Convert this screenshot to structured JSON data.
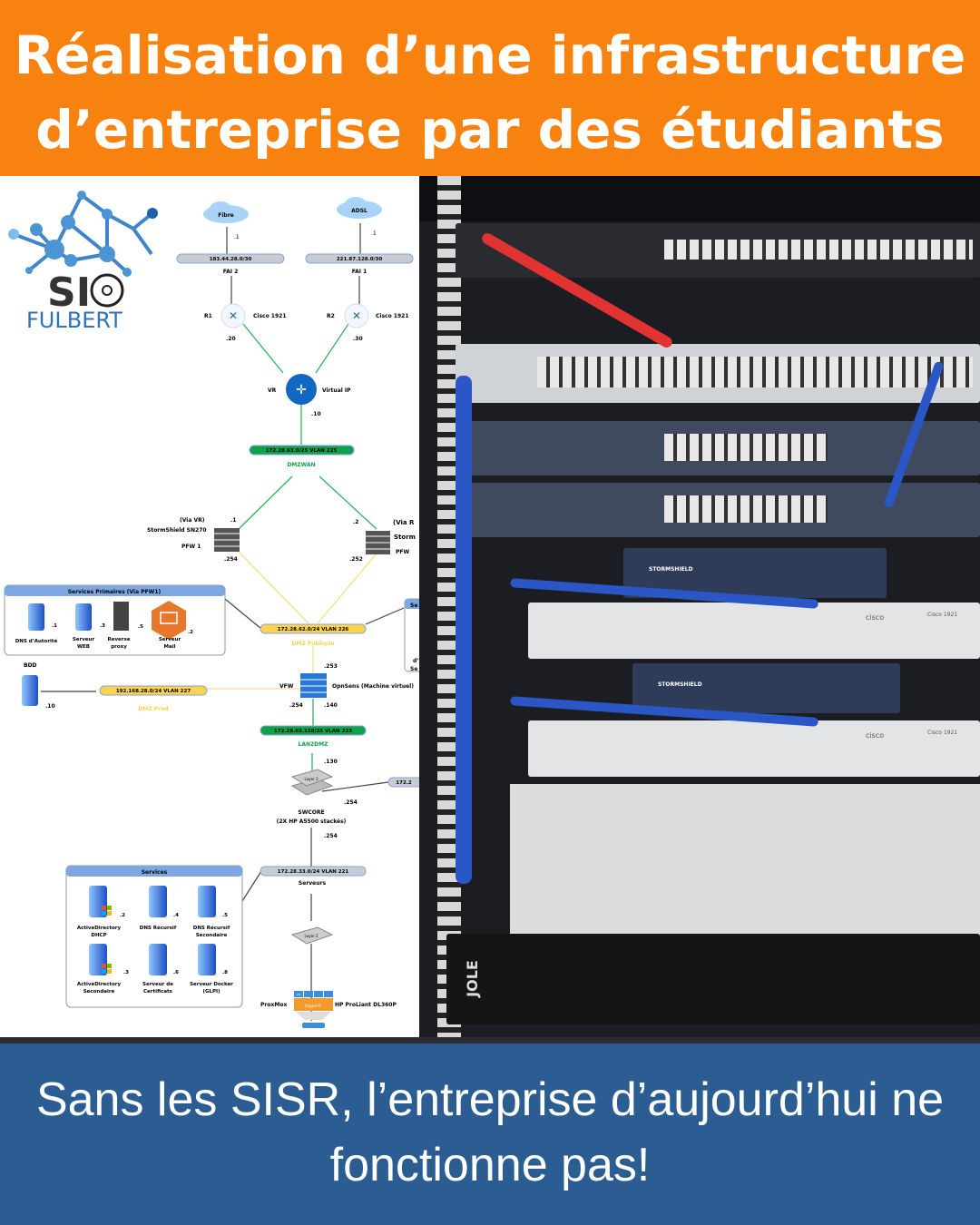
{
  "header": {
    "line1": "Réalisation d’une infrastructure",
    "line2": "d’entreprise par des étudiants"
  },
  "logo": {
    "text_si": "SI",
    "text_name": "FULBERT"
  },
  "diagram": {
    "cloud_fibre": "Fibre",
    "cloud_adsl": "ADSL",
    "ip_fibre_gw": ".1",
    "ip_adsl_gw": ".1",
    "net_fai2": "183.44.28.0/30",
    "net_fai1": "221.87.128.0/30",
    "fai2": "FAI 2",
    "fai1": "FAI 1",
    "r1": "R1",
    "r1_model": "Cisco 1921",
    "r1_ip": ".20",
    "r2": "R2",
    "r2_model": "Cisco 1921",
    "r2_ip": ".30",
    "vr": "VR",
    "vr_label": "Virtual IP",
    "vr_ip": ".10",
    "net_dmzwan": "172.28.63.0/25 VLAN 225",
    "dmzwan": "DMZWAN",
    "fw1_via": "(Via VR)",
    "fw1_model": "StormShield SN270",
    "fw1": "PFW 1",
    "fw1_ip_top": ".1",
    "fw1_ip_bottom": ".254",
    "fw2_via": "(Via R",
    "fw2_model": "Storm",
    "fw2": "PFW",
    "fw2_ip_top": ".2",
    "fw2_ip_bottom": ".252",
    "services_primaires_title": "Services Primaires (Via PFW1)",
    "services_primaires": [
      {
        "label1": "DNS d’Autorité",
        "label2": "",
        "ip": ".1"
      },
      {
        "label1": "Serveur",
        "label2": "WEB",
        "ip": ".3"
      },
      {
        "label1": "Reverse",
        "label2": "proxy",
        "ip": ".5"
      },
      {
        "label1": "Serveur",
        "label2": "Mail",
        "ip": ".2"
      }
    ],
    "net_dmzpub": "172.28.62.0/24 VLAN 226",
    "dmzpub": "DMZ Publique",
    "vfw_ip_top": ".253",
    "vfw": "VFW",
    "vfw_model": "OpnSens (Machine virtuel)",
    "vfw_ip_left": ".254",
    "vfw_ip_right": ".140",
    "bdd": "BDD",
    "bdd_ip": ".10",
    "net_dmzprod": "192.168.28.0/24 VLAN 227",
    "dmzprod": "DMZ Prod",
    "net_lan2dmz": "172.28.63.128/25 VLAN 223",
    "lan2dmz": "LAN2DMZ",
    "lan2dmz_ip": ".130",
    "swcore": "SWCORE",
    "swcore_desc": "(2X HP A5500 stackés)",
    "swcore_ip_right": ".254",
    "swcore_ip_bottom": ".254",
    "switch_l3": "Layer 3",
    "switch_l2": "Layer 2",
    "net_partial": "172.2",
    "partial_box_frag1": "Se",
    "partial_box_frag2": "d’",
    "partial_box_frag3": "Se",
    "net_serveurs": "172.28.33.0/24 VLAN 221",
    "serveurs": "Serveurs",
    "services_title": "Services",
    "services": [
      {
        "label1": "ActiveDirectory",
        "label2": "DHCP",
        "ip": ".2"
      },
      {
        "label1": "DNS Récursif",
        "label2": "",
        "ip": ".4"
      },
      {
        "label1": "DNS Récursif",
        "label2": "Secondaire",
        "ip": ".5"
      },
      {
        "label1": "ActiveDirectory",
        "label2": "Secondaire",
        "ip": ".3"
      },
      {
        "label1": "Serveur de",
        "label2": "Certificats",
        "ip": ".6"
      },
      {
        "label1": "Serveur Docker",
        "label2": "(GLPI)",
        "ip": ".8"
      }
    ],
    "hypervisor": "Hyper-V",
    "proxmox": "ProxMox",
    "hp": "HP ProLiant DL360P",
    "vm": "VM"
  },
  "photo": {
    "brand_stormshield": "STORMSHIELD",
    "brand_cisco": "cisco",
    "cisco_model": "Cisco 1921",
    "pdu_brand": "JOLE"
  },
  "footer": {
    "line1": "Sans les SISR, l’entreprise d’aujourd’hui ne",
    "line2": "fonctionne pas!"
  },
  "colors": {
    "header": "#f7820f",
    "footer": "#2b5d93",
    "green_net": "#0fa24a",
    "yellow_net": "#fdd24f",
    "gray_net": "#c8ccd2",
    "box_header": "#7ea6e0"
  }
}
